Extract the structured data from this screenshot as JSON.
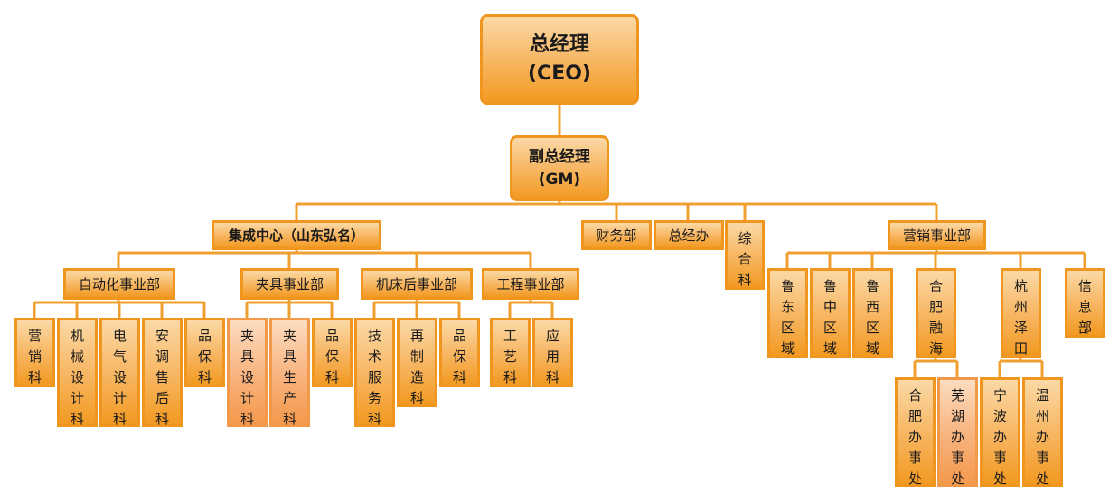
{
  "colors": {
    "line": "#f0a030",
    "box_border": "#f0961e",
    "box_fill_top": "#fbd9a6",
    "box_fill_bottom": "#f29a22",
    "alt_fill_bottom": "#f4994c"
  },
  "ceo": {
    "title": "总经理",
    "subtitle": "(CEO)"
  },
  "gm": {
    "title": "副总经理",
    "subtitle": "(GM)"
  },
  "integration_center": {
    "label": "集成中心（山东弘名）",
    "divisions": [
      {
        "label": "自动化事业部",
        "units": [
          "营销科",
          "机械设计科",
          "电气设计科",
          "安调售后科",
          "品保科"
        ]
      },
      {
        "label": "夹具事业部",
        "units": [
          "夹具设计科",
          "夹具生产科",
          "品保科"
        ]
      },
      {
        "label": "机床后事业部",
        "units": [
          "技术服务科",
          "再制造科",
          "品保科"
        ]
      },
      {
        "label": "工程事业部",
        "units": [
          "工艺科",
          "应用科"
        ]
      }
    ]
  },
  "finance": {
    "label": "财务部"
  },
  "gm_office": {
    "label": "总经办"
  },
  "general_section": {
    "label": "综合科"
  },
  "marketing": {
    "label": "营销事业部",
    "units": [
      "鲁东区域",
      "鲁中区域",
      "鲁西区域",
      "合肥融海",
      "杭州泽田",
      "信息部"
    ],
    "hefei_offices": [
      "合肥办事处",
      "芜湖办事处"
    ],
    "hangzhou_offices": [
      "宁波办事处",
      "温州办事处"
    ]
  }
}
